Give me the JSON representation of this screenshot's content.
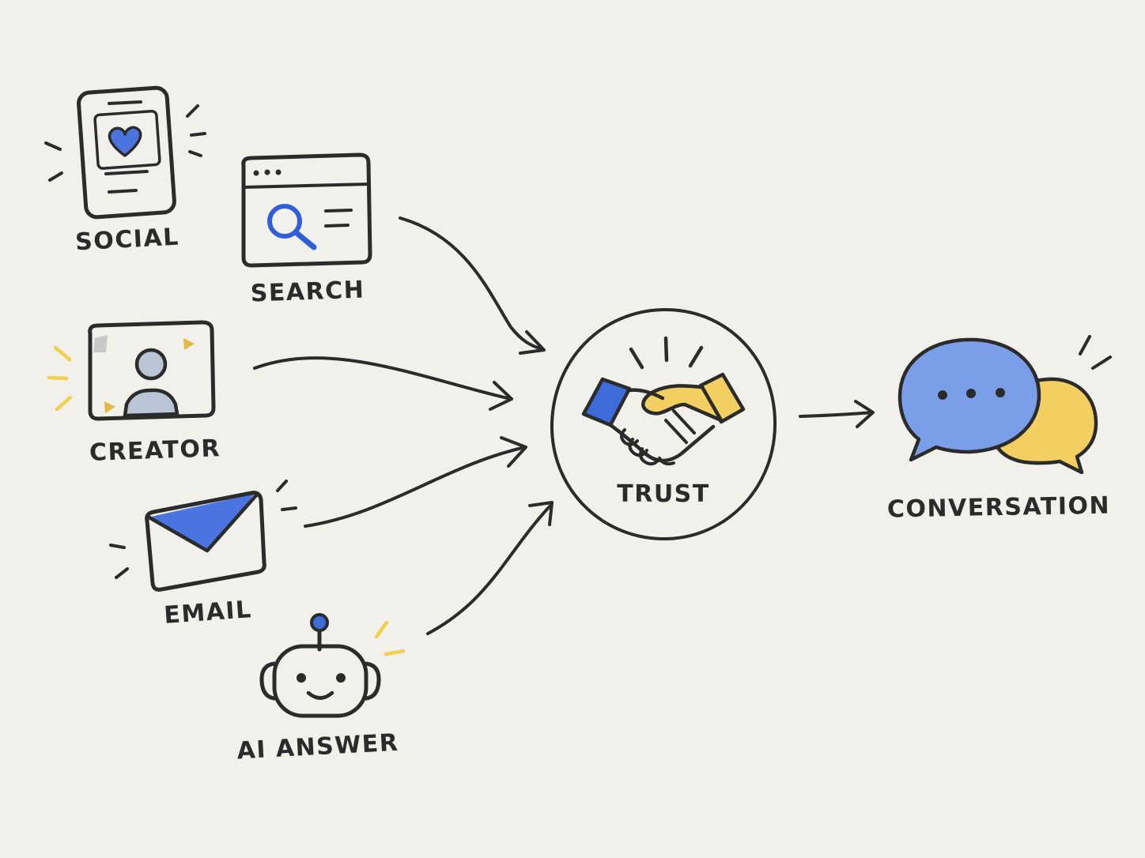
{
  "nodes": {
    "social": {
      "label": "SOCIAL"
    },
    "search": {
      "label": "SEARCH"
    },
    "creator": {
      "label": "CREATOR"
    },
    "email": {
      "label": "EMAIL"
    },
    "ai_answer": {
      "label": "AI ANSWER"
    },
    "trust": {
      "label": "TRUST"
    },
    "conversation": {
      "label": "CONVERSATION"
    }
  },
  "colors": {
    "ink": "#2b2b2b",
    "blue": "#4a74e0",
    "light_blue": "#7a9fe8",
    "yellow": "#f3cf62",
    "gray": "#b9c4d4",
    "background": "#f2f0eb"
  },
  "icons": {
    "social": "phone-heart-icon",
    "search": "browser-search-icon",
    "creator": "creator-video-icon",
    "email": "envelope-icon",
    "ai_answer": "robot-icon",
    "trust": "handshake-icon",
    "conversation": "chat-bubbles-icon"
  }
}
